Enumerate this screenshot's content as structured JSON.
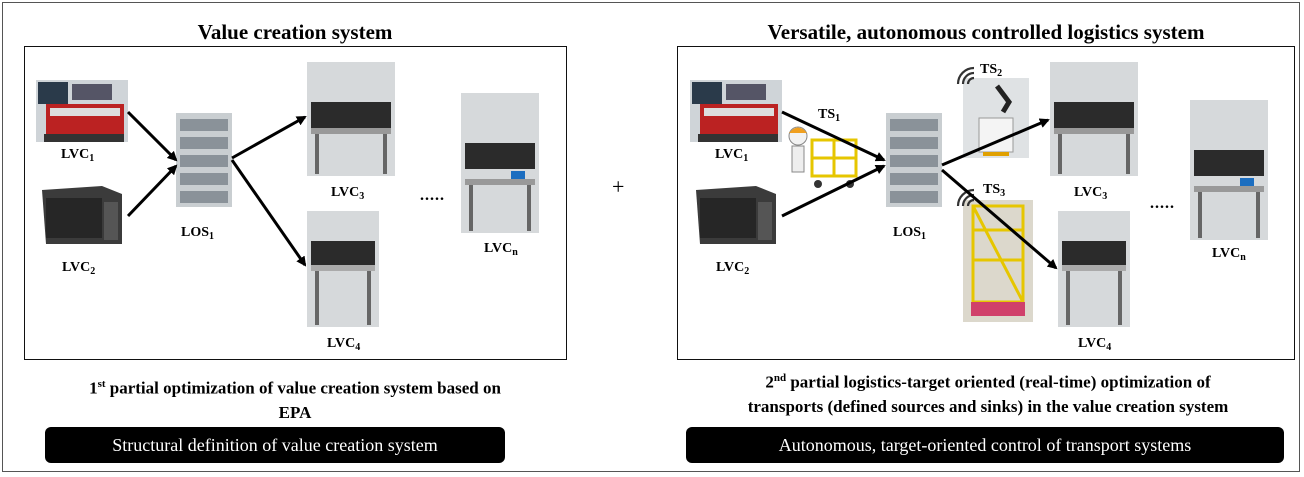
{
  "left": {
    "title": "Value creation system",
    "labels": {
      "lvc1": {
        "base": "LVC",
        "sub": "1"
      },
      "lvc2": {
        "base": "LVC",
        "sub": "2"
      },
      "los1": {
        "base": "LOS",
        "sub": "1"
      },
      "lvc3": {
        "base": "LVC",
        "sub": "3"
      },
      "lvc4": {
        "base": "LVC",
        "sub": "4"
      },
      "lvcn": {
        "base": "LVC",
        "sub": "n"
      }
    },
    "ellipsis": ".....",
    "caption": {
      "num": "1",
      "sup": "st",
      "text": " partial optimization of value creation system based on",
      "line2": "EPA"
    },
    "pill": "Structural definition of value creation system"
  },
  "plus": "+",
  "right": {
    "title": "Versatile, autonomous controlled logistics system",
    "labels": {
      "lvc1": {
        "base": "LVC",
        "sub": "1"
      },
      "lvc2": {
        "base": "LVC",
        "sub": "2"
      },
      "los1": {
        "base": "LOS",
        "sub": "1"
      },
      "lvc3": {
        "base": "LVC",
        "sub": "3"
      },
      "lvc4": {
        "base": "LVC",
        "sub": "4"
      },
      "lvcn": {
        "base": "LVC",
        "sub": "n"
      },
      "ts1": {
        "base": "TS",
        "sub": "1"
      },
      "ts2": {
        "base": "TS",
        "sub": "2"
      },
      "ts3": {
        "base": "TS",
        "sub": "3"
      }
    },
    "ellipsis": ".....",
    "caption": {
      "num": "2",
      "sup": "nd",
      "text": " partial logistics-target oriented (real-time) optimization of",
      "line2": "transports (defined sources and sinks) in the value creation system"
    },
    "pill": "Autonomous, target-oriented control of transport systems"
  }
}
